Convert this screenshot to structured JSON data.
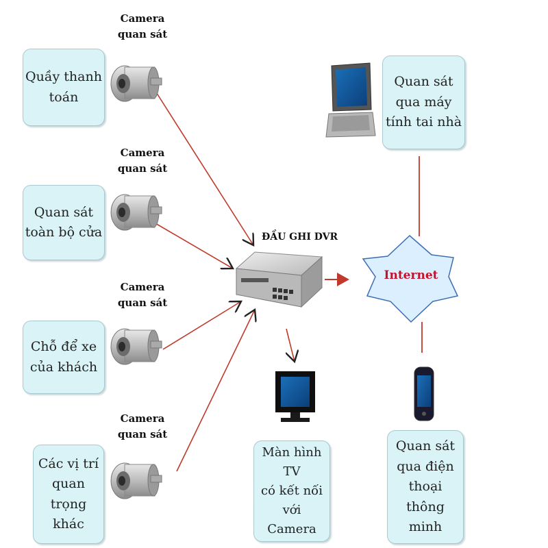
{
  "camera_label": "Camera\nquan sát",
  "boxes": {
    "checkout": "Quầy thanh\ntoán",
    "doors": "Quan sát\ntoàn bộ cửa",
    "parking": "Chỗ để xe\ncủa khách",
    "other": "Các vị trí\nquan trọng\nkhác",
    "home_pc": "Quan sát\nqua máy\ntính tai nhà",
    "tv": "Màn hình TV\ncó kết nối với\nCamera",
    "phone": "Quan sát\nqua điện\nthoại thông\nminh"
  },
  "dvr_label": "ĐẦU GHI DVR",
  "internet_label": "Internet",
  "colors": {
    "box_fill": "#d9f3f7",
    "arrow": "#c0392b",
    "internet_fill": "#dcefff",
    "internet_text": "#c0142c"
  },
  "icons": [
    "security-camera-icon",
    "dvr-recorder-icon",
    "tv-monitor-icon",
    "laptop-icon",
    "smartphone-icon",
    "internet-star-icon"
  ]
}
